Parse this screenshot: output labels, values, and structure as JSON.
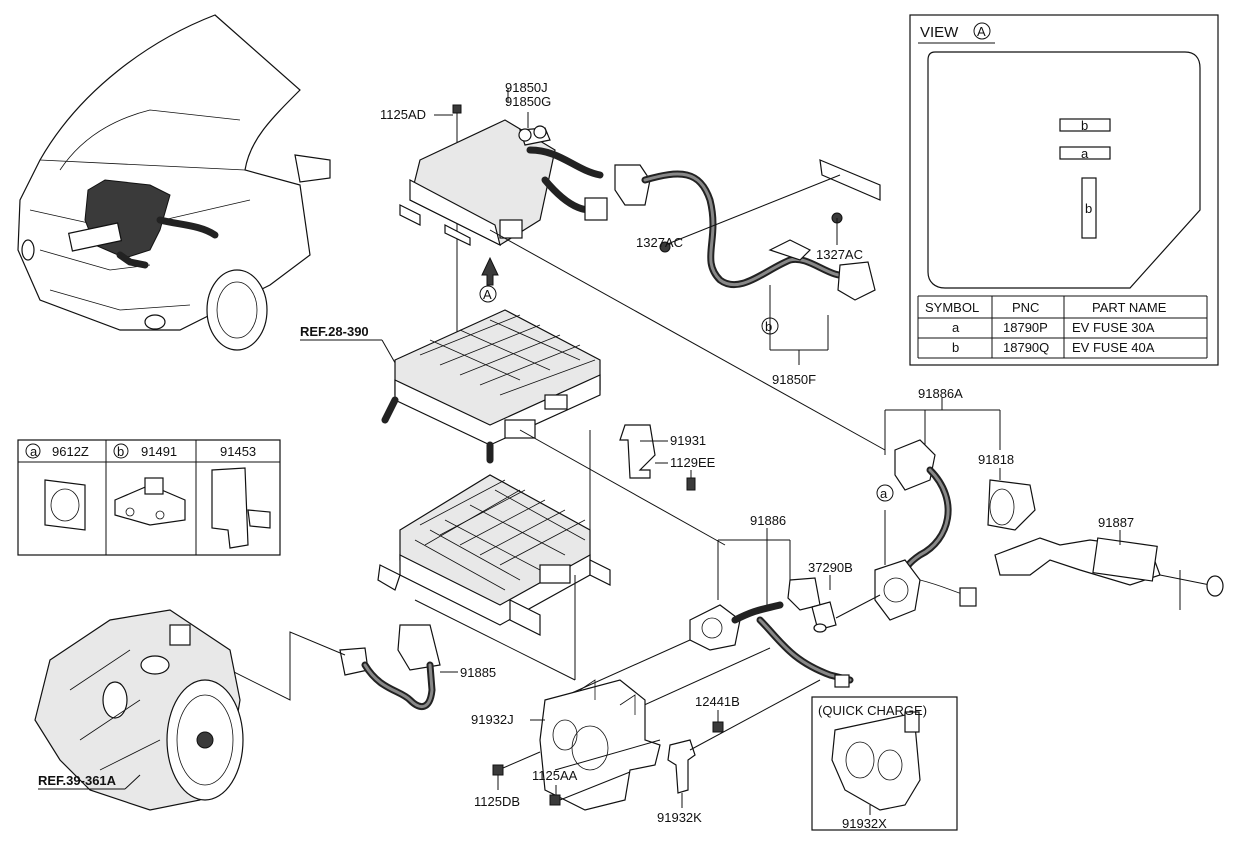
{
  "labels": {
    "p1125AD": "1125AD",
    "p91850J": "91850J",
    "p91850G": "91850G",
    "p1327AC_left": "1327AC",
    "p1327AC_right": "1327AC",
    "p91850F": "91850F",
    "ref28": "REF.28-390",
    "p91931": "91931",
    "p1129EE": "1129EE",
    "p91886A": "91886A",
    "p91818": "91818",
    "p91887": "91887",
    "p91886": "91886",
    "p37290B": "37290B",
    "p91885": "91885",
    "p91932J": "91932J",
    "p12441B": "12441B",
    "p1125AA": "1125AA",
    "p1125DB": "1125DB",
    "p91932K": "91932K",
    "p91932X": "91932X",
    "ref39": "REF.39-361A",
    "viewA": "A",
    "markA": "A",
    "markB": "b",
    "markA2": "a"
  },
  "view_box": {
    "title": "VIEW",
    "circle_letter": "A",
    "fuse_b_top": "b",
    "fuse_a": "a",
    "fuse_b_side": "b",
    "table": {
      "headers": [
        "SYMBOL",
        "PNC",
        "PART NAME"
      ],
      "rows": [
        [
          "a",
          "18790P",
          "EV FUSE 30A"
        ],
        [
          "b",
          "18790Q",
          "EV FUSE 40A"
        ]
      ]
    }
  },
  "legend_box": {
    "items": [
      {
        "symbol": "a",
        "pnc": "9612Z"
      },
      {
        "symbol": "b",
        "pnc": "91491"
      },
      {
        "symbol": "",
        "pnc": "91453"
      }
    ]
  },
  "quick_charge": {
    "title": "(QUICK CHARGE)"
  }
}
